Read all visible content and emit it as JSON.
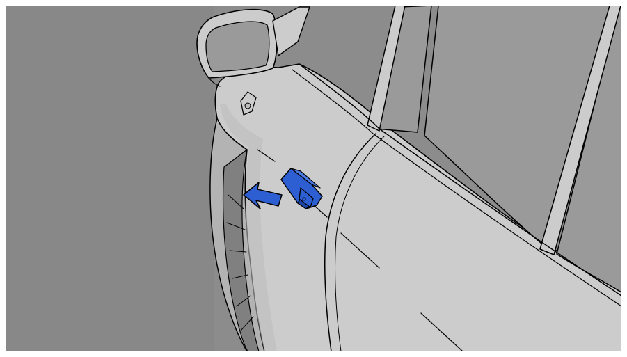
{
  "illustration": {
    "subject": "car-front-left-side",
    "part": "removable-clip-cover",
    "action_direction": "left"
  },
  "colors": {
    "frame": "#ffffff",
    "background": "#8c8c8c",
    "background_dark": "#808080",
    "body": "#cccccc",
    "body_shadow": "#bdbdbd",
    "window": "#9a9a9a",
    "tire": "#b3b3b3",
    "outline": "#000000",
    "highlight_blue": "#2d5fd2",
    "highlight_blue_dark": "#1d45a8",
    "highlight_blue_light": "#4a7ae6"
  }
}
